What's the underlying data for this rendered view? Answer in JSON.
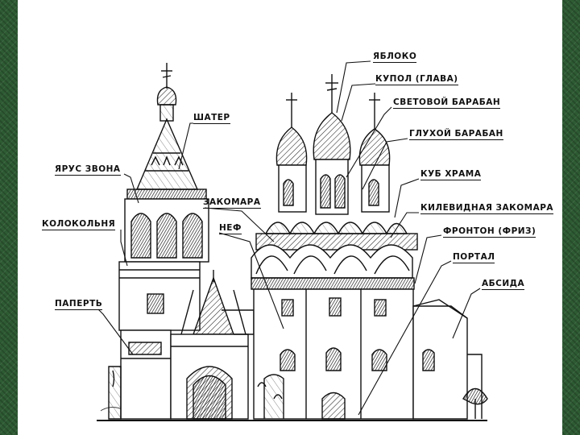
{
  "labels": {
    "yabloko": "ЯБЛОКО",
    "kupol": "КУПОЛ (ГЛАВА)",
    "svetovoy_baraban": "СВЕТОВОЙ БАРАБАН",
    "glukhoy_baraban": "ГЛУХОЙ БАРАБАН",
    "kub_khrama": "КУБ ХРАМА",
    "kilevidnaya_zakomara": "КИЛЕВИДНАЯ ЗАКОМАРА",
    "fronton": "ФРОНТОН (ФРИЗ)",
    "portal": "ПОРТАЛ",
    "absida": "АБСИДА",
    "shater": "ШАТЕР",
    "yarus_zvona": "ЯРУС ЗВОНА",
    "kolokolnya": "КОЛОКОЛЬНЯ",
    "paperty": "ПАПЕРТЬ",
    "zakomara": "ЗАКОМАРА",
    "nef": "НЕФ"
  },
  "colors": {
    "background_border": "#2e5b33",
    "sheet": "#ffffff",
    "ink": "#111111"
  }
}
